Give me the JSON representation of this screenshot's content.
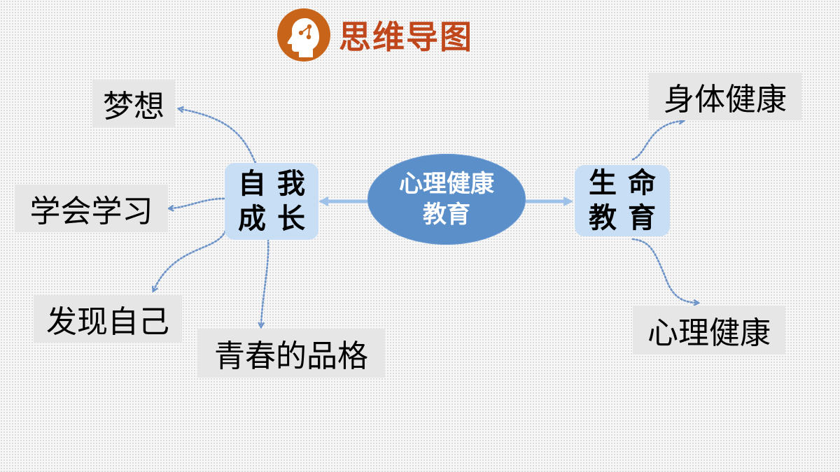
{
  "header": {
    "title": "思维导图",
    "icon": "head-with-network-icon",
    "icon_color": "#c8641a",
    "title_color": "#c0461c"
  },
  "mindmap": {
    "center": {
      "line1": "心理健康",
      "line2": "教育",
      "color": "#5b8fca"
    },
    "branches": [
      {
        "id": "self-growth",
        "line1": "自我",
        "line2": "成长",
        "side": "left",
        "color": "#c8def4",
        "children": [
          "梦想",
          "学会学习",
          "发现自己",
          "青春的品格"
        ]
      },
      {
        "id": "life-education",
        "line1": "生命",
        "line2": "教育",
        "side": "right",
        "color": "#c8def4",
        "children": [
          "身体健康",
          "心理健康"
        ]
      }
    ],
    "leaf_color": "#e6e6e6",
    "connector_color": "#6b93c9",
    "arrow_color": "#9dc1e8"
  }
}
